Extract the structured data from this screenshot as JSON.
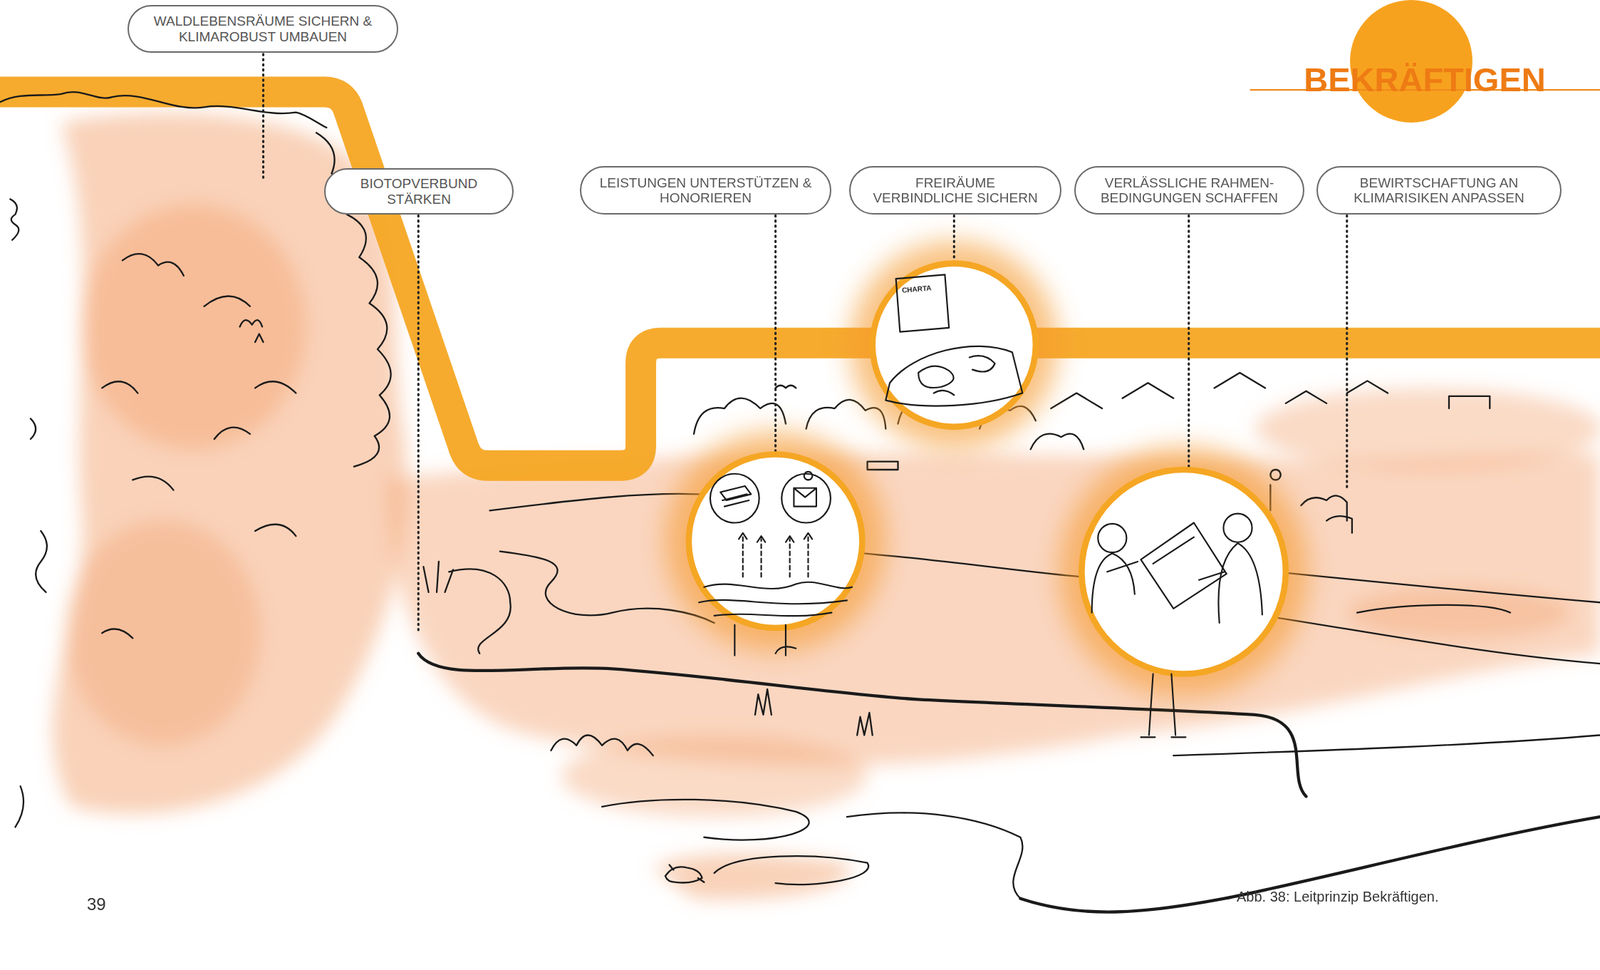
{
  "diagram": {
    "title": "BEKRÄFTIGEN",
    "caption": "Abb. 38: Leitprinzip Bekräftigen.",
    "nodes": [
      {
        "text": [
          "WALDLEBENSRÄUME SICHERN & KLIMAROBUST UMBAUEN"
        ]
      },
      {
        "text": [
          "BIOTOPVERBUND STÄRKEN"
        ]
      },
      {
        "text": [
          "LEISTUNGEN UNTERSTÜTZEN & HONORIEREN"
        ]
      },
      {
        "text": [
          "FREIRÄUME VERBINDLICHE SICHERN"
        ]
      },
      {
        "text": [
          "VERLÄSSLICHE RAHMEN- BEDINGUNGEN SCHAFFEN"
        ]
      },
      {
        "text": [
          "BEWIRTSCHAFTUNG AN KLIMARISIKEN ANPASSEN"
        ]
      }
    ],
    "labels": [
      "39",
      "CHARTA"
    ]
  }
}
